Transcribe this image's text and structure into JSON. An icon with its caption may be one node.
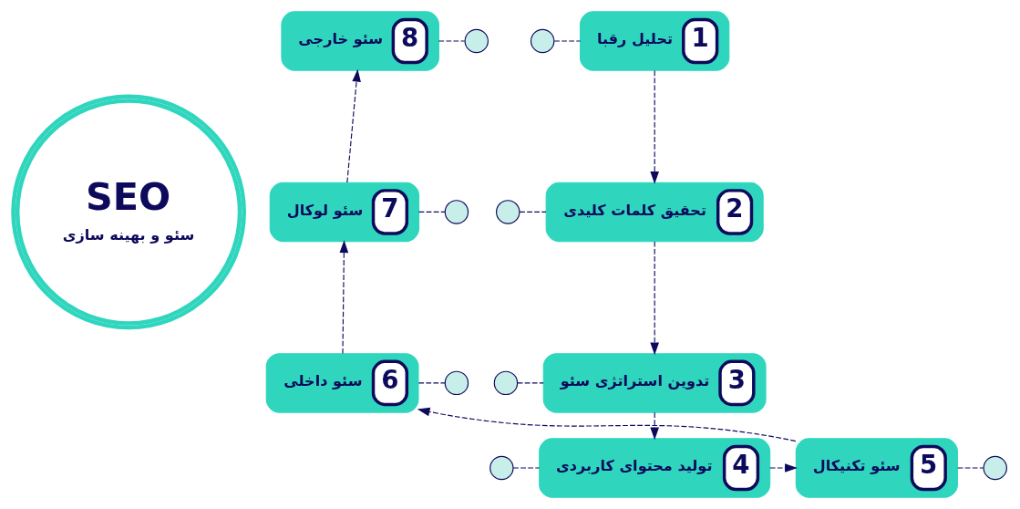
{
  "diagram": {
    "nodes": [
      {
        "text": [
          "SEO",
          "سئو و بهینه سازی"
        ]
      },
      {
        "text": [
          "1",
          "تحلیل رقبا"
        ]
      },
      {
        "text": [
          "2",
          "تحقیق کلمات کلیدی"
        ]
      },
      {
        "text": [
          "3",
          "تدوین استراتژی سئو"
        ]
      },
      {
        "text": [
          "4",
          "تولید محتوای کاربردی"
        ]
      },
      {
        "text": [
          "5",
          "سئو تکنیکال"
        ]
      },
      {
        "text": [
          "6",
          "سئو داخلی"
        ]
      },
      {
        "text": [
          "7",
          "سئو لوکال"
        ]
      },
      {
        "text": [
          "8",
          "سئو خارجی"
        ]
      },
      {
        "text": [],
        "shape": "circle"
      },
      {
        "text": [],
        "shape": "circle"
      },
      {
        "text": [],
        "shape": "circle"
      },
      {
        "text": [],
        "shape": "circle"
      },
      {
        "text": [],
        "shape": "circle"
      },
      {
        "text": [],
        "shape": "circle"
      },
      {
        "text": [],
        "shape": "circle"
      },
      {
        "text": [],
        "shape": "circle"
      }
    ],
    "edges": [
      {
        "from": 1,
        "to": 2,
        "arrow": "to",
        "style": "dashed"
      },
      {
        "from": 2,
        "to": 3,
        "arrow": "to",
        "style": "dashed"
      },
      {
        "from": 3,
        "to": 4,
        "arrow": "to",
        "style": "dashed"
      },
      {
        "from": 4,
        "to": 5,
        "arrow": "to",
        "style": "dashed"
      },
      {
        "from": 5,
        "to": 6,
        "arrow": "to",
        "style": "dashed"
      },
      {
        "from": 6,
        "to": 7,
        "arrow": "to",
        "style": "dashed"
      },
      {
        "from": 7,
        "to": 8,
        "arrow": "to",
        "style": "dashed"
      },
      {
        "from": 9,
        "to": 1,
        "arrow": "none",
        "style": "dashed"
      },
      {
        "from": 10,
        "to": 2,
        "arrow": "none",
        "style": "dashed"
      },
      {
        "from": 11,
        "to": 3,
        "arrow": "none",
        "style": "dashed"
      },
      {
        "from": 12,
        "to": 4,
        "arrow": "none",
        "style": "dashed"
      },
      {
        "from": 5,
        "to": 13,
        "arrow": "none",
        "style": "dashed"
      },
      {
        "from": 6,
        "to": 14,
        "arrow": "none",
        "style": "dashed"
      },
      {
        "from": 7,
        "to": 15,
        "arrow": "none",
        "style": "dashed"
      },
      {
        "from": 8,
        "to": 16,
        "arrow": "none",
        "style": "dashed"
      }
    ]
  }
}
